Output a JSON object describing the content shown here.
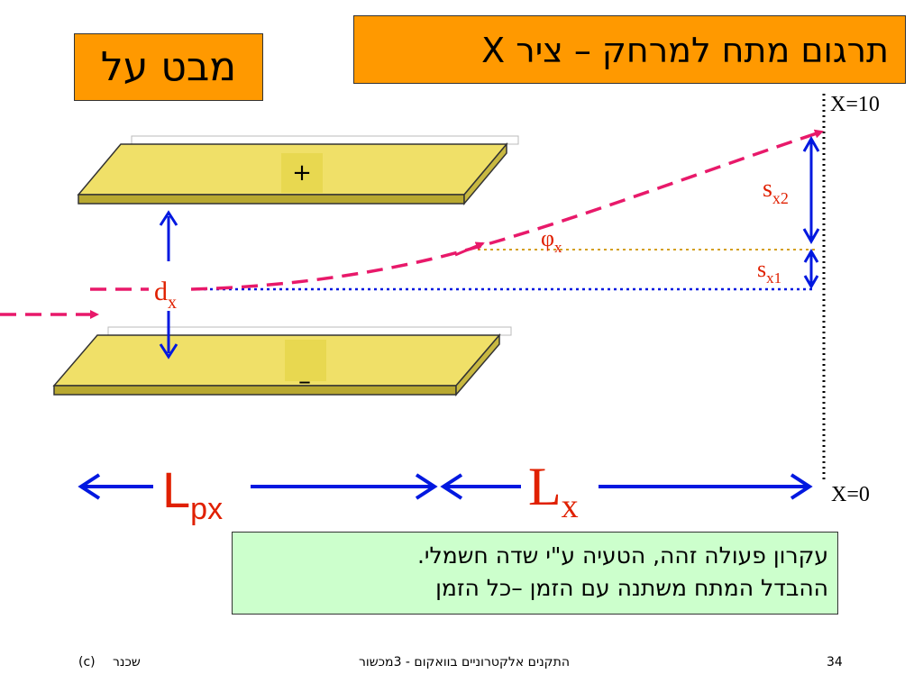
{
  "title": "תרגום מתח למרחק – ציר X",
  "view_label": "מבט על",
  "plates": {
    "top_sign": "+",
    "bottom_sign": "–"
  },
  "labels": {
    "d_main": "d",
    "d_sub": "x",
    "phi_main": "φ",
    "phi_sub": "x",
    "s1_main": "s",
    "s1_sub": "x1",
    "s2_main": "s",
    "s2_sub": "x2",
    "x10": "X=10",
    "x0": "X=0",
    "lpx_main": "L",
    "lpx_sub": "px",
    "lx_main": "L",
    "lx_sub": "x"
  },
  "note": {
    "line1": "עקרון פעולה זהה, הטעיה ע\"י שדה חשמלי.",
    "line2": "ההבדל המתח משתנה עם הזמן –כל הזמן"
  },
  "footer": {
    "author": "שכנר",
    "copyright": "(c)",
    "course": "התקנים אלקטרוניים בוואקום - 3מכשור",
    "page": "34"
  },
  "colors": {
    "orange_box": "#ff9900",
    "plate": "#f0e068",
    "beam": "#e8196a",
    "arrow_blue": "#0018e0",
    "label_red": "#e02000",
    "note_bg": "#ccffcc",
    "dotted_orange": "#d4a020"
  }
}
